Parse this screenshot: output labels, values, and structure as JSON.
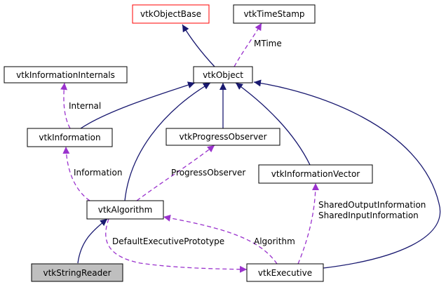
{
  "colors": {
    "inheritance_edge": "#191970",
    "usage_edge": "#9a32cd",
    "root_border": "#ff0000",
    "focus_fill": "#bfbfbf"
  },
  "nodes": {
    "vtkObjectBase": "vtkObjectBase",
    "vtkTimeStamp": "vtkTimeStamp",
    "vtkObject": "vtkObject",
    "vtkInformationInternals": "vtkInformationInternals",
    "vtkInformation": "vtkInformation",
    "vtkProgressObserver": "vtkProgressObserver",
    "vtkInformationVector": "vtkInformationVector",
    "vtkAlgorithm": "vtkAlgorithm",
    "vtkStringReader": "vtkStringReader",
    "vtkExecutive": "vtkExecutive"
  },
  "edge_labels": {
    "mtime": "MTime",
    "internal": "Internal",
    "information": "Information",
    "progress_observer": "ProgressObserver",
    "shared_output_information": "SharedOutputInformation",
    "shared_input_information": "SharedInputInformation",
    "default_executive_prototype": "DefaultExecutivePrototype",
    "algorithm": "Algorithm"
  }
}
